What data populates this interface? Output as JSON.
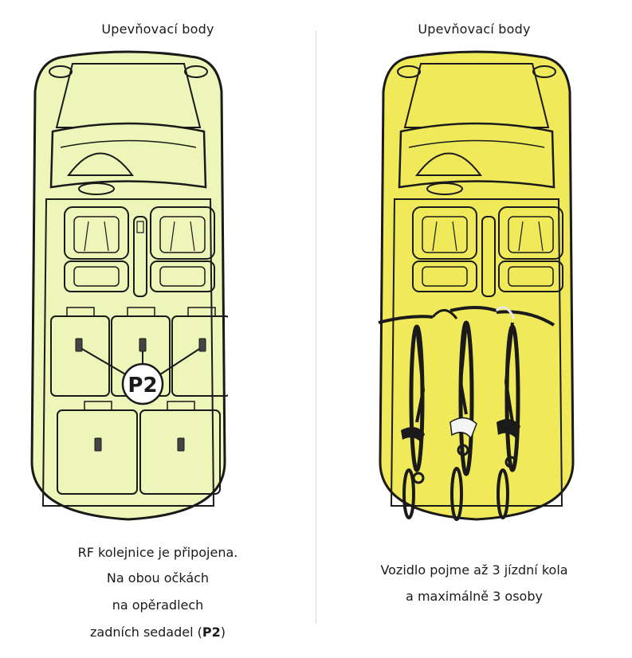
{
  "left": {
    "title": "Upevňovací body",
    "car_fill": "#eef5b8",
    "badge": "P2",
    "caption": {
      "line1": "RF kolejnice je připojena.",
      "line2": "Na obou očkách",
      "line3": "na opěradlech",
      "line4_prefix": "zadních sedadel (",
      "line4_bold": "P2",
      "line4_suffix": ")"
    }
  },
  "right": {
    "title": "Upevňovací body",
    "car_fill": "#f0ea5a",
    "caption": {
      "line1": "Vozidlo pojme až 3 jízdní kola",
      "line2": "a maximálně 3 osoby"
    }
  },
  "icons": [
    "car-top-view-icon",
    "bicycle-icon",
    "anchor-point-icon"
  ]
}
